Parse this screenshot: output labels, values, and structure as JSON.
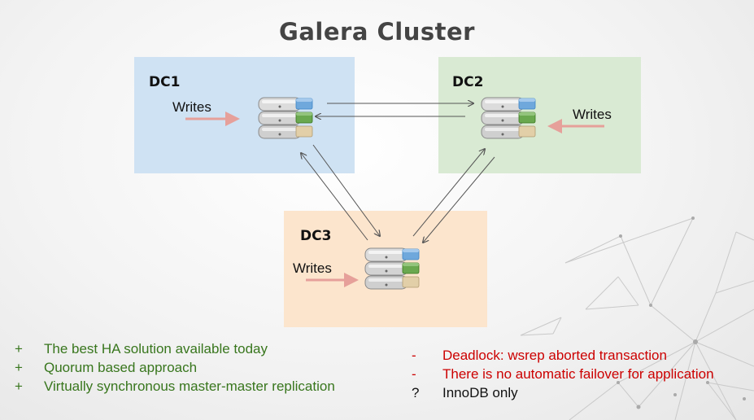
{
  "title": "Galera Cluster",
  "datacenters": {
    "dc1": {
      "label": "DC1",
      "writes": "Writes"
    },
    "dc2": {
      "label": "DC2",
      "writes": "Writes"
    },
    "dc3": {
      "label": "DC3",
      "writes": "Writes"
    }
  },
  "pros": [
    {
      "symbol": "+",
      "text": "The best HA solution available today"
    },
    {
      "symbol": "+",
      "text": "Quorum based approach"
    },
    {
      "symbol": "+",
      "text": "Virtually synchronous master-master replication"
    }
  ],
  "cons": [
    {
      "symbol": "-",
      "text": "Deadlock: wsrep aborted transaction"
    },
    {
      "symbol": "-",
      "text": "There is no automatic failover for application"
    },
    {
      "symbol": "?",
      "text": "InnoDB only"
    }
  ],
  "colors": {
    "pros": "#38761d",
    "cons": "#cc0000",
    "dc1_bg": "#cfe2f3",
    "dc2_bg": "#d9ead3",
    "dc3_bg": "#fce5cd",
    "writes_arrow": "#e6a09a",
    "replication_arrow": "#555555"
  },
  "icons": [
    "database-server-icon",
    "writes-arrow-icon",
    "replication-arrow-icon"
  ]
}
